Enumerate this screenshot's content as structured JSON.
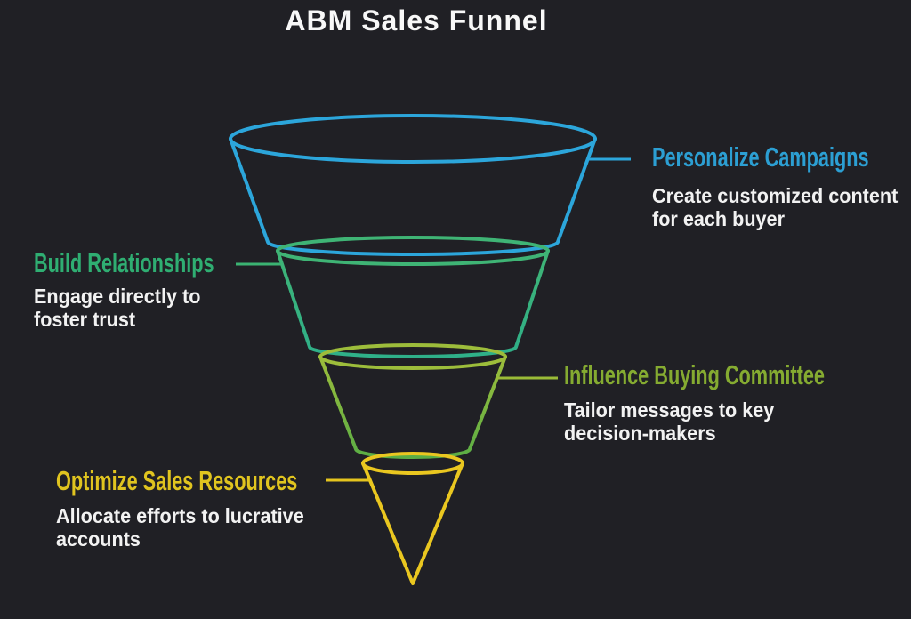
{
  "title": {
    "text": "ABM Sales Funnel",
    "color": "#F8F8F8"
  },
  "background_color": "#202025",
  "body_text_color": "#F2F2F2",
  "funnel": {
    "segments": [
      {
        "id": "personalize-campaigns",
        "stroke": "#2CA6DB"
      },
      {
        "id": "build-relationships",
        "stroke_top": "#3FB475",
        "stroke_bottom": "#2FB089"
      },
      {
        "id": "influence-buying-committee",
        "stroke_top": "#9DBD3B",
        "stroke_bottom": "#5BAE45"
      },
      {
        "id": "optimize-sales-resources",
        "stroke": "#EAC720"
      }
    ]
  },
  "labels": [
    {
      "side": "right",
      "heading": "Personalize Campaigns",
      "heading_color": "#2C9FD3",
      "connector_color": "#2CA6DB",
      "lines": [
        "Create customized content",
        "for each buyer"
      ]
    },
    {
      "side": "left",
      "heading": "Build Relationships",
      "heading_color": "#2FAE72",
      "connector_color": "#3BB372",
      "lines": [
        "Engage directly to",
        "foster trust"
      ]
    },
    {
      "side": "right",
      "heading": "Influence Buying Committee",
      "heading_color": "#85AB31",
      "connector_color": "#9ABB37",
      "lines": [
        "Tailor messages to key",
        "decision-makers"
      ]
    },
    {
      "side": "left",
      "heading": "Optimize Sales Resources",
      "heading_color": "#E0C41F",
      "connector_color": "#E5C41E",
      "lines": [
        "Allocate efforts to lucrative",
        "accounts"
      ]
    }
  ]
}
